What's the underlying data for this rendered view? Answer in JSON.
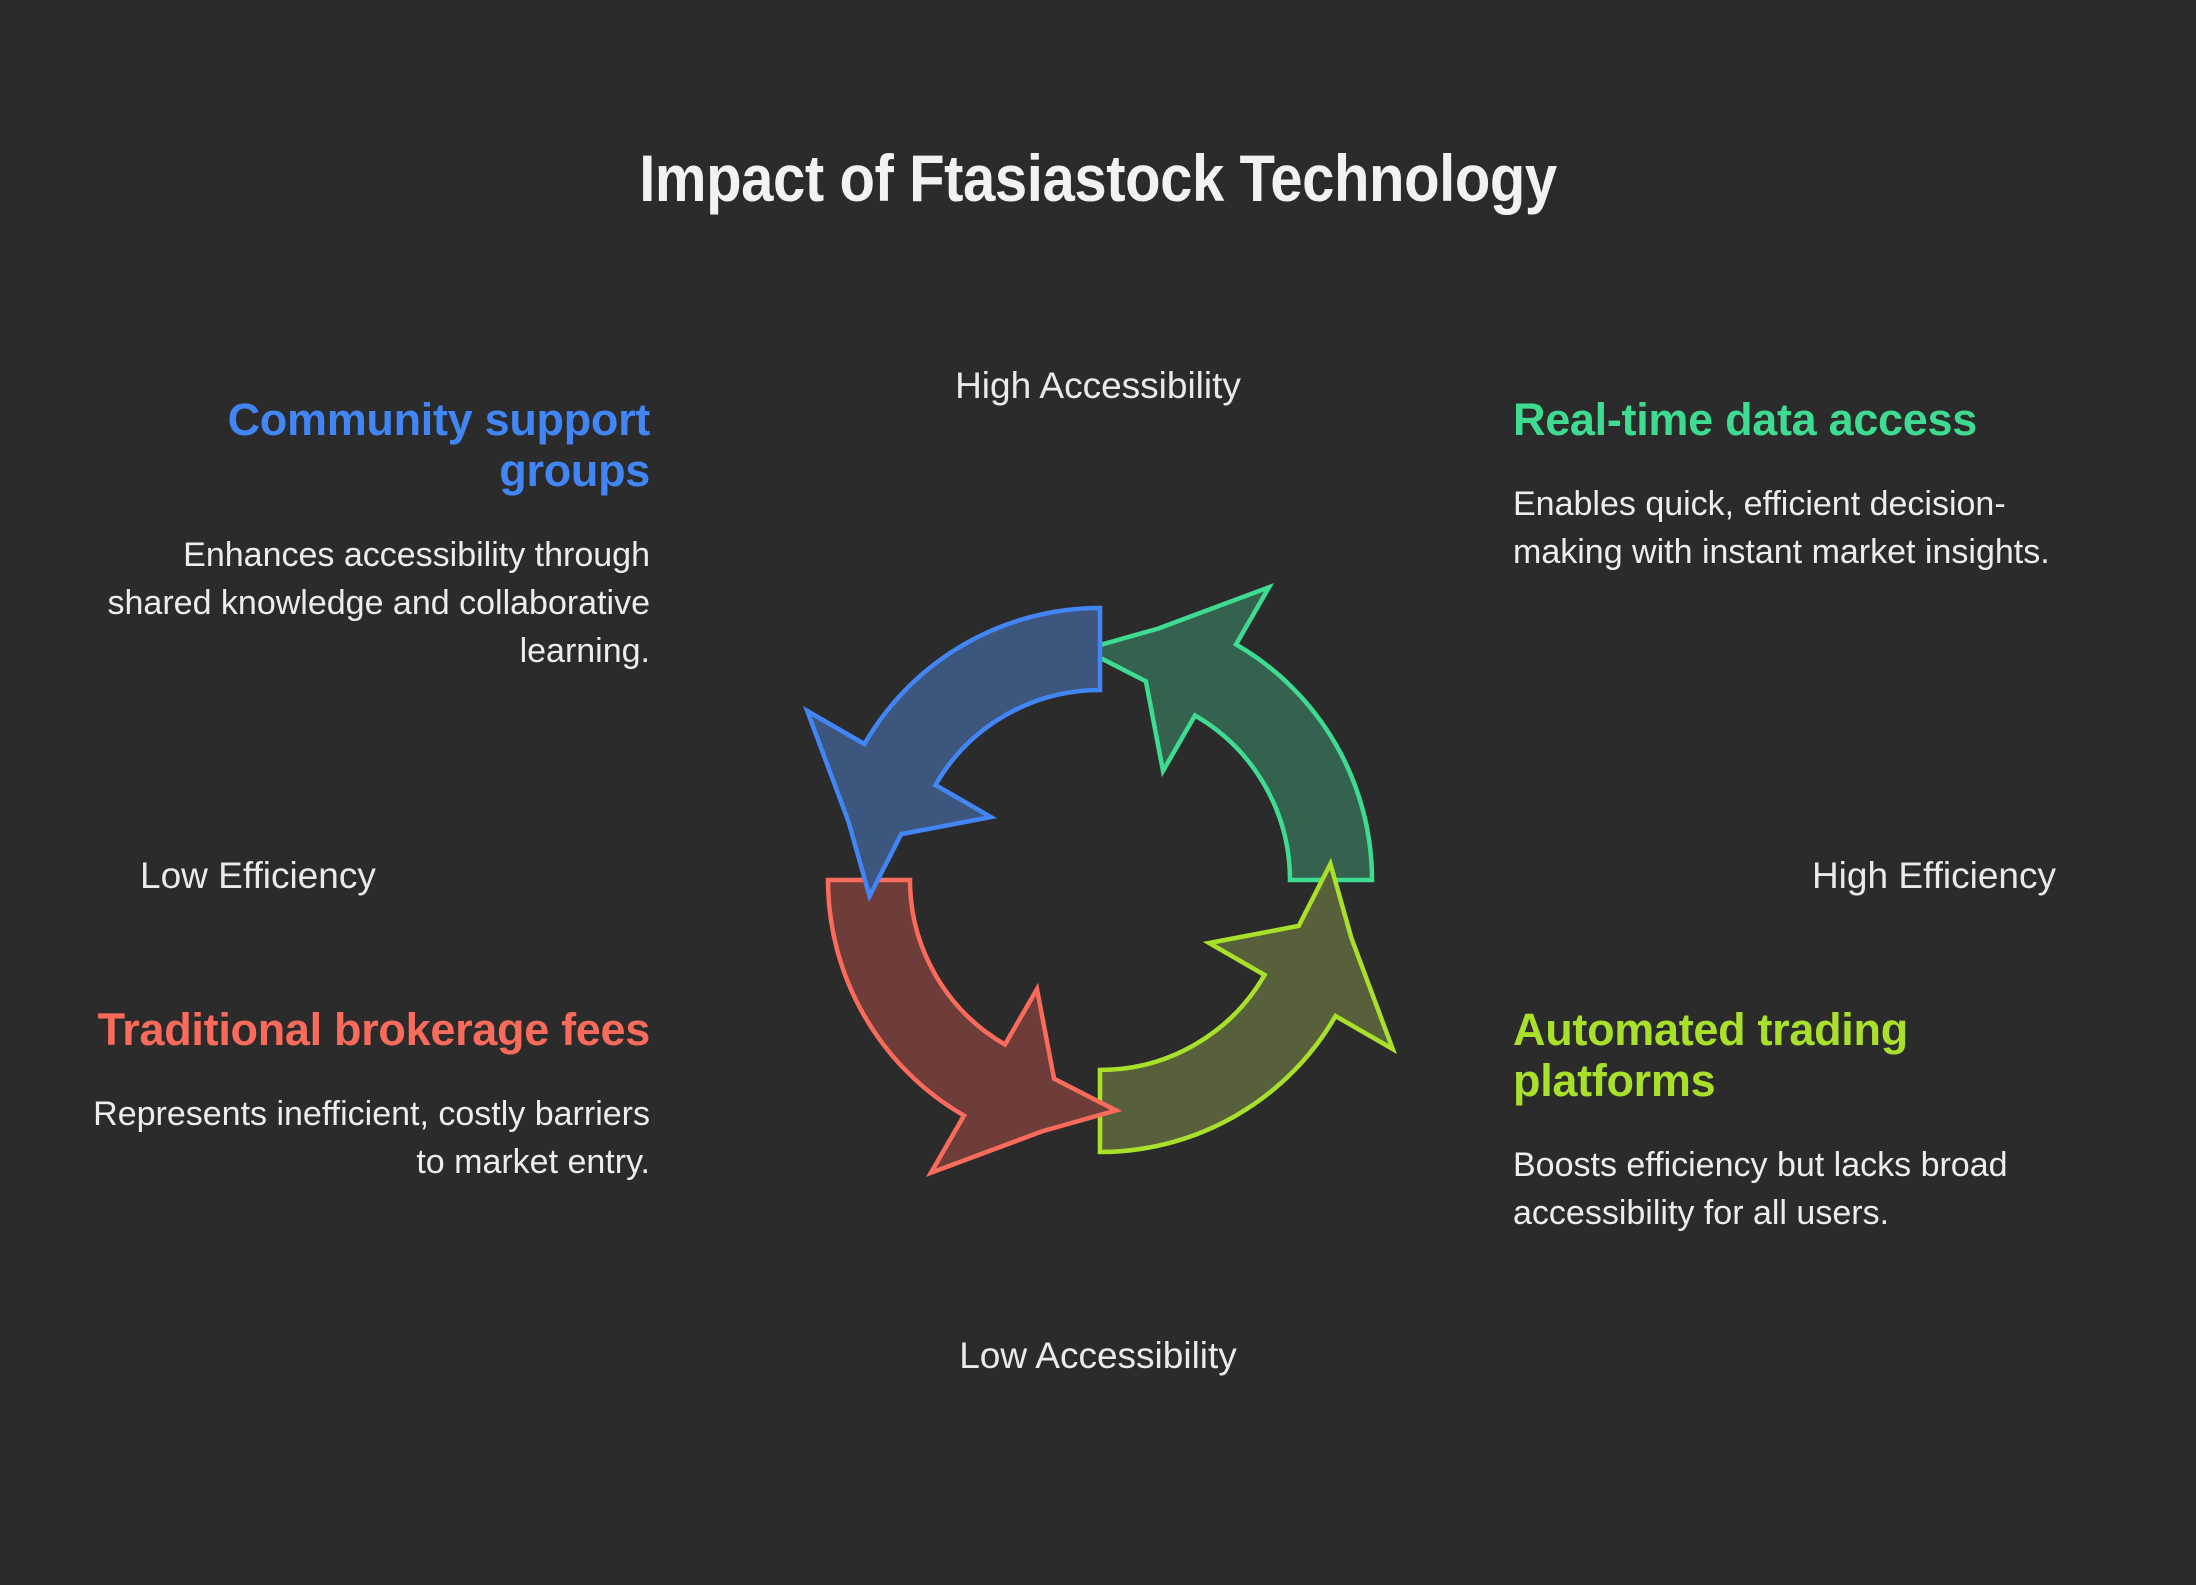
{
  "title": "Impact of Ftasiastock Technology",
  "background_color": "#2b2b2b",
  "axes": {
    "top": "High Accessibility",
    "bottom": "Low Accessibility",
    "left": "Low Efficiency",
    "right": "High Efficiency"
  },
  "quadrants": [
    {
      "id": "top-left",
      "heading": "Community support groups",
      "body": "Enhances accessibility through shared knowledge and collaborative learning.",
      "color": "#4285f4",
      "fill": "#3c567e",
      "align": "right"
    },
    {
      "id": "top-right",
      "heading": "Real-time data access",
      "body": "Enables quick, efficient decision-making with instant market insights.",
      "color": "#3ddc91",
      "fill": "#35614f",
      "align": "left"
    },
    {
      "id": "bottom-left",
      "heading": "Traditional brokerage fees",
      "body": "Represents inefficient, costly barriers to market entry.",
      "color": "#fb6b5b",
      "fill": "#6e3c39",
      "align": "right"
    },
    {
      "id": "bottom-right",
      "heading": "Automated trading platforms",
      "body": "Boosts efficiency but lacks broad accessibility for all users.",
      "color": "#a9e02a",
      "fill": "#57603a",
      "align": "left"
    }
  ],
  "chart_data": {
    "type": "diagram",
    "subtype": "cyclic-quadrant-arrow-ring",
    "title": "Impact of Ftasiastock Technology",
    "xlabel": "Efficiency",
    "ylabel": "Accessibility",
    "x_axis_ticks": [
      "Low Efficiency",
      "High Efficiency"
    ],
    "y_axis_ticks": [
      "Low Accessibility",
      "High Accessibility"
    ],
    "flow_direction": "counter-clockwise",
    "legend_position": "none",
    "grid": false,
    "segments": [
      {
        "label": "Real-time data access",
        "quadrant": "top-right",
        "accessibility": "high",
        "efficiency": "high",
        "start_angle_deg": 0,
        "end_angle_deg": 90,
        "stroke": "#3ddc91",
        "fill": "#35614f",
        "description": "Enables quick, efficient decision-making with instant market insights."
      },
      {
        "label": "Community support groups",
        "quadrant": "top-left",
        "accessibility": "high",
        "efficiency": "low",
        "start_angle_deg": 90,
        "end_angle_deg": 180,
        "stroke": "#4285f4",
        "fill": "#3c567e",
        "description": "Enhances accessibility through shared knowledge and collaborative learning."
      },
      {
        "label": "Traditional brokerage fees",
        "quadrant": "bottom-left",
        "accessibility": "low",
        "efficiency": "low",
        "start_angle_deg": 180,
        "end_angle_deg": 270,
        "stroke": "#fb6b5b",
        "fill": "#6e3c39",
        "description": "Represents inefficient, costly barriers to market entry."
      },
      {
        "label": "Automated trading platforms",
        "quadrant": "bottom-right",
        "accessibility": "low",
        "efficiency": "high",
        "start_angle_deg": 270,
        "end_angle_deg": 360,
        "stroke": "#a9e02a",
        "fill": "#57603a",
        "description": "Boosts efficiency but lacks broad accessibility for all users."
      }
    ]
  }
}
